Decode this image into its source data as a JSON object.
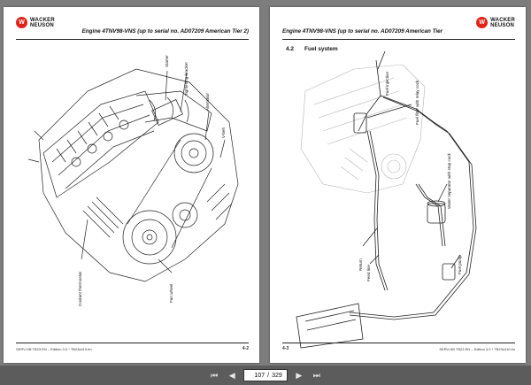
{
  "brand": {
    "line1": "WACKER",
    "line2": "NEUSON",
    "mark": "W"
  },
  "left_page": {
    "title": "Engine 4TNV98-VNS (up to serial no. AD07209 American Tier 2)",
    "callouts": {
      "starter": "Starter",
      "tightening_bracket": "Tightening bracket",
      "alternator": "Alternator",
      "v_belt": "V-belt",
      "coolant_thermostat": "Coolant thermostat",
      "fan_wheel": "Fan wheel"
    },
    "footer_left": "SERV-HB TB23 EN – Edition 3.0 * TB23s410.fm",
    "page_number": "4-2"
  },
  "right_page": {
    "title": "Engine 4TNV98-VNS (up to serial no. AD07209 American Tier",
    "section_number": "4.2",
    "section_title": "Fuel system",
    "callouts": {
      "fuel_injection": "Fuel injection",
      "fuel_filter": "Fuel filter with relay cock",
      "water_separator": "Water separator with stop cock",
      "return": "Return",
      "feed_line": "Feed line",
      "fuel_pump": "Fuel pump"
    },
    "footer_right": "SERV-HB TB23 EN – Edition 3.0 * TB23s410.fm",
    "page_number": "4-3"
  },
  "toolbar": {
    "current_page": "107",
    "separator": "/",
    "total_pages": "329",
    "first_icon": "⏮",
    "prev_icon": "◀",
    "next_icon": "▶",
    "last_icon": "⏭"
  }
}
